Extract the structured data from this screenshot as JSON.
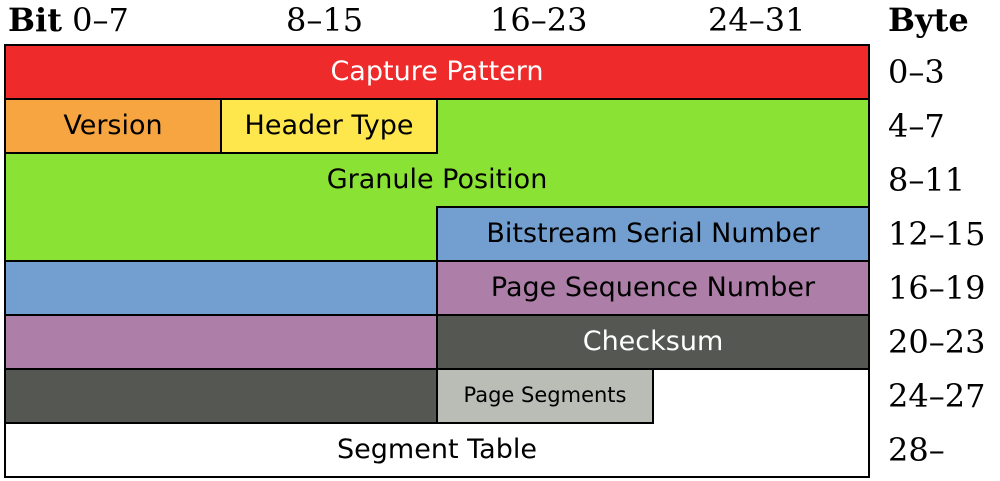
{
  "header": {
    "bit_word": "Bit",
    "bit_ranges": [
      "0–7",
      "8–15",
      "16–23",
      "24–31"
    ],
    "byte_word": "Byte"
  },
  "byte_offsets": [
    "0–3",
    "4–7",
    "8–11",
    "12–15",
    "16–19",
    "20–23",
    "24–27",
    "28–"
  ],
  "fields": {
    "capture_pattern": "Capture Pattern",
    "version": "Version",
    "header_type": "Header Type",
    "granule_position": "Granule Position",
    "bitstream_serial_number": "Bitstream Serial Number",
    "page_sequence_number": "Page Sequence Number",
    "checksum": "Checksum",
    "page_segments": "Page Segments",
    "segment_table": "Segment Table"
  },
  "colors": {
    "capture_pattern": "#ee2a2a",
    "version": "#f7a540",
    "header_type": "#fde74c",
    "granule_position": "#8ae234",
    "bitstream_serial_number": "#729fcf",
    "page_sequence_number": "#ad7fa8",
    "checksum": "#555753",
    "page_segments": "#babdb6",
    "segment_table": "#ffffff"
  }
}
